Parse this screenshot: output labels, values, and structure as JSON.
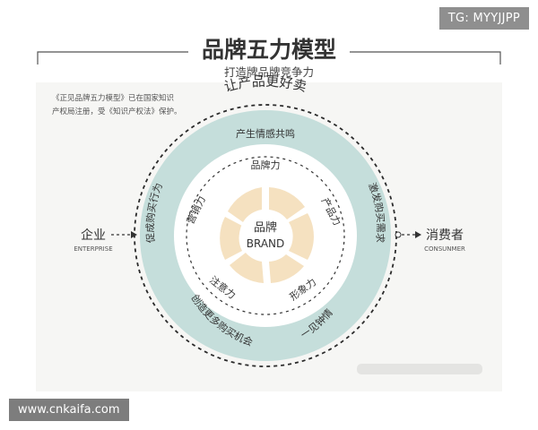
{
  "header": {
    "title": "品牌五力模型",
    "subtitle": "打造牌品牌竞争力"
  },
  "copyright_note": {
    "line1": "《正见品牌五力模型》已在国家知识",
    "line2": "产权局注册，受《知识产权法》保护。"
  },
  "outer_label": "让产品更好卖",
  "ring_effects": {
    "top": "产生情感共鸣",
    "right": "激发购买需求",
    "bottom_right": "一见钟情",
    "bottom_left": "创造更多购买机会",
    "left": "促成购买行为"
  },
  "forces": {
    "top": "品牌力",
    "right": "产品力",
    "bottom_right": "形象力",
    "bottom_left": "注意力",
    "left": "营销力"
  },
  "center": {
    "cn": "品牌",
    "en": "BRAND"
  },
  "left_party": {
    "cn": "企业",
    "en": "ENTERPRISE"
  },
  "right_party": {
    "cn": "消费者",
    "en": "CONSUNMER"
  },
  "watermarks": {
    "tg": "TG: MYYJJPP",
    "url": "www.cnkaifa.com"
  },
  "colors": {
    "ring": "#c5dedb",
    "petal": "#f5e1c0",
    "dash": "#2b2b2b",
    "text": "#333333"
  }
}
